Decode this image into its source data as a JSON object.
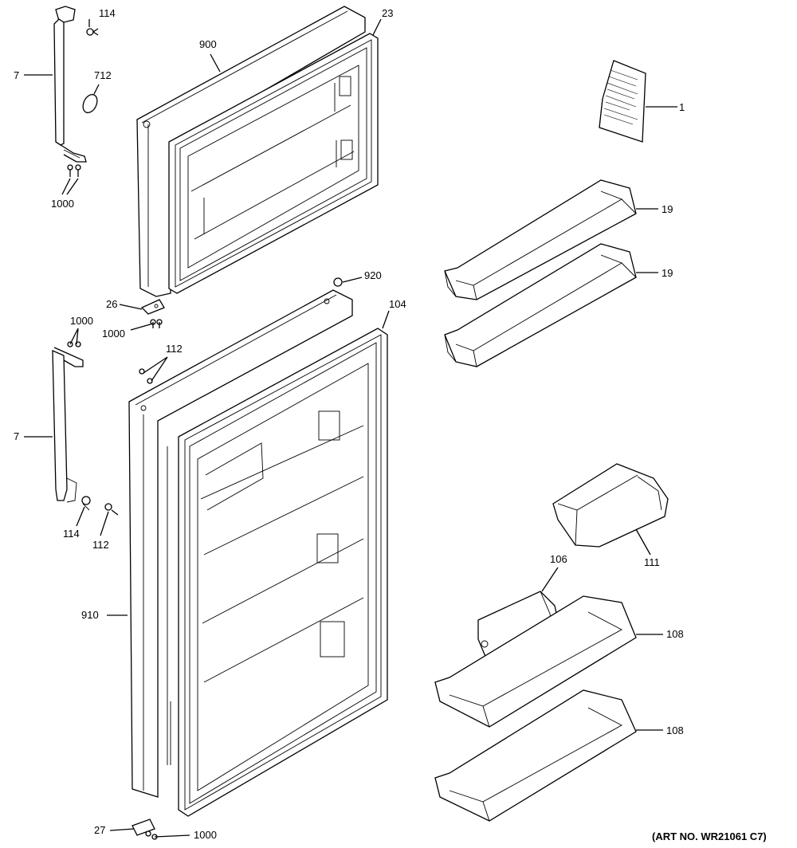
{
  "diagram": {
    "art_no": "(ART NO. WR21061 C7)",
    "callouts": [
      {
        "id": "c-114-top",
        "text": "114"
      },
      {
        "id": "c-7-top",
        "text": "7"
      },
      {
        "id": "c-712",
        "text": "712"
      },
      {
        "id": "c-1000-top",
        "text": "1000"
      },
      {
        "id": "c-900",
        "text": "900"
      },
      {
        "id": "c-23",
        "text": "23"
      },
      {
        "id": "c-1",
        "text": "1"
      },
      {
        "id": "c-19-a",
        "text": "19"
      },
      {
        "id": "c-19-b",
        "text": "19"
      },
      {
        "id": "c-920",
        "text": "920"
      },
      {
        "id": "c-104",
        "text": "104"
      },
      {
        "id": "c-26",
        "text": "26"
      },
      {
        "id": "c-1000-a",
        "text": "1000"
      },
      {
        "id": "c-1000-b",
        "text": "1000"
      },
      {
        "id": "c-112-top",
        "text": "112"
      },
      {
        "id": "c-7-bottom",
        "text": "7"
      },
      {
        "id": "c-114-bottom",
        "text": "114"
      },
      {
        "id": "c-112-bottom",
        "text": "112"
      },
      {
        "id": "c-910",
        "text": "910"
      },
      {
        "id": "c-111",
        "text": "111"
      },
      {
        "id": "c-106",
        "text": "106"
      },
      {
        "id": "c-108-a",
        "text": "108"
      },
      {
        "id": "c-108-b",
        "text": "108"
      },
      {
        "id": "c-27",
        "text": "27"
      },
      {
        "id": "c-1000-bottom",
        "text": "1000"
      }
    ]
  }
}
